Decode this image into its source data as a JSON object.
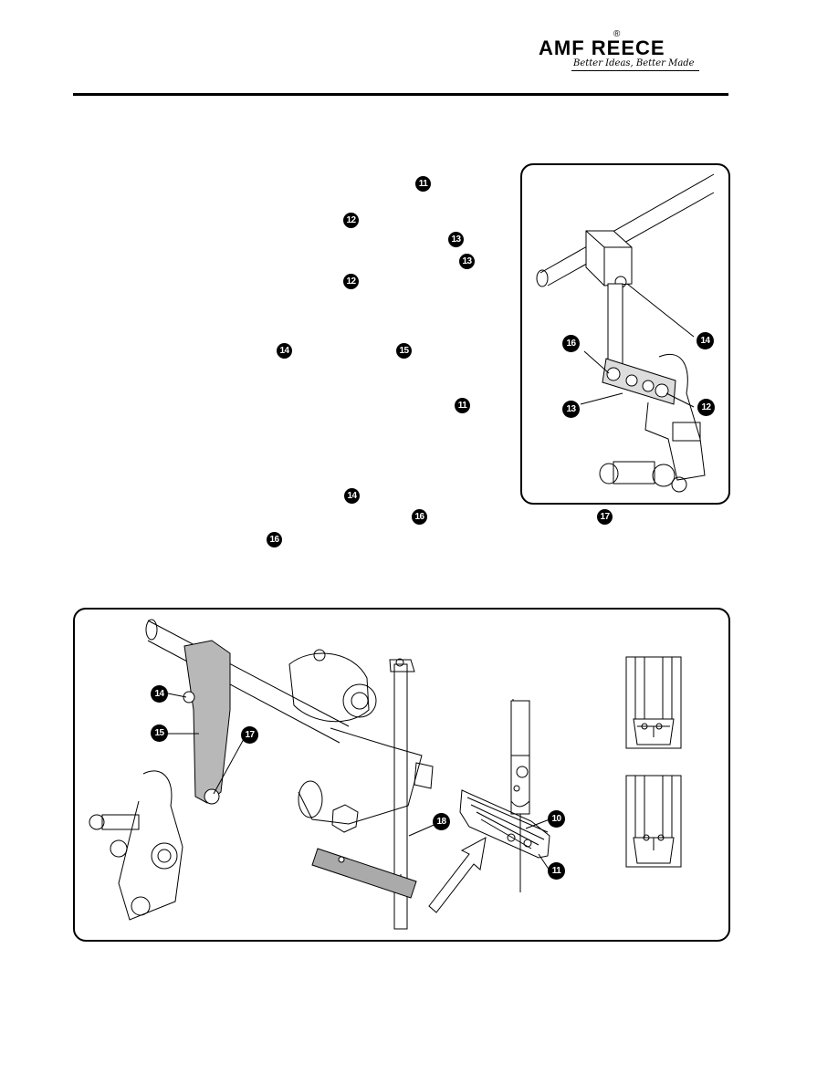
{
  "header": {
    "brand": "AMF REECE",
    "registered_mark": "®",
    "tagline": "Better Ideas, Better Made"
  },
  "text_callouts": [
    "11",
    "12",
    "13",
    "13",
    "12",
    "14",
    "15",
    "11",
    "14",
    "16",
    "17",
    "16"
  ],
  "top_figure": {
    "callouts": [
      "14",
      "16",
      "13",
      "12"
    ]
  },
  "bottom_figure": {
    "callouts": [
      "14",
      "15",
      "17",
      "18",
      "10",
      "11"
    ]
  }
}
